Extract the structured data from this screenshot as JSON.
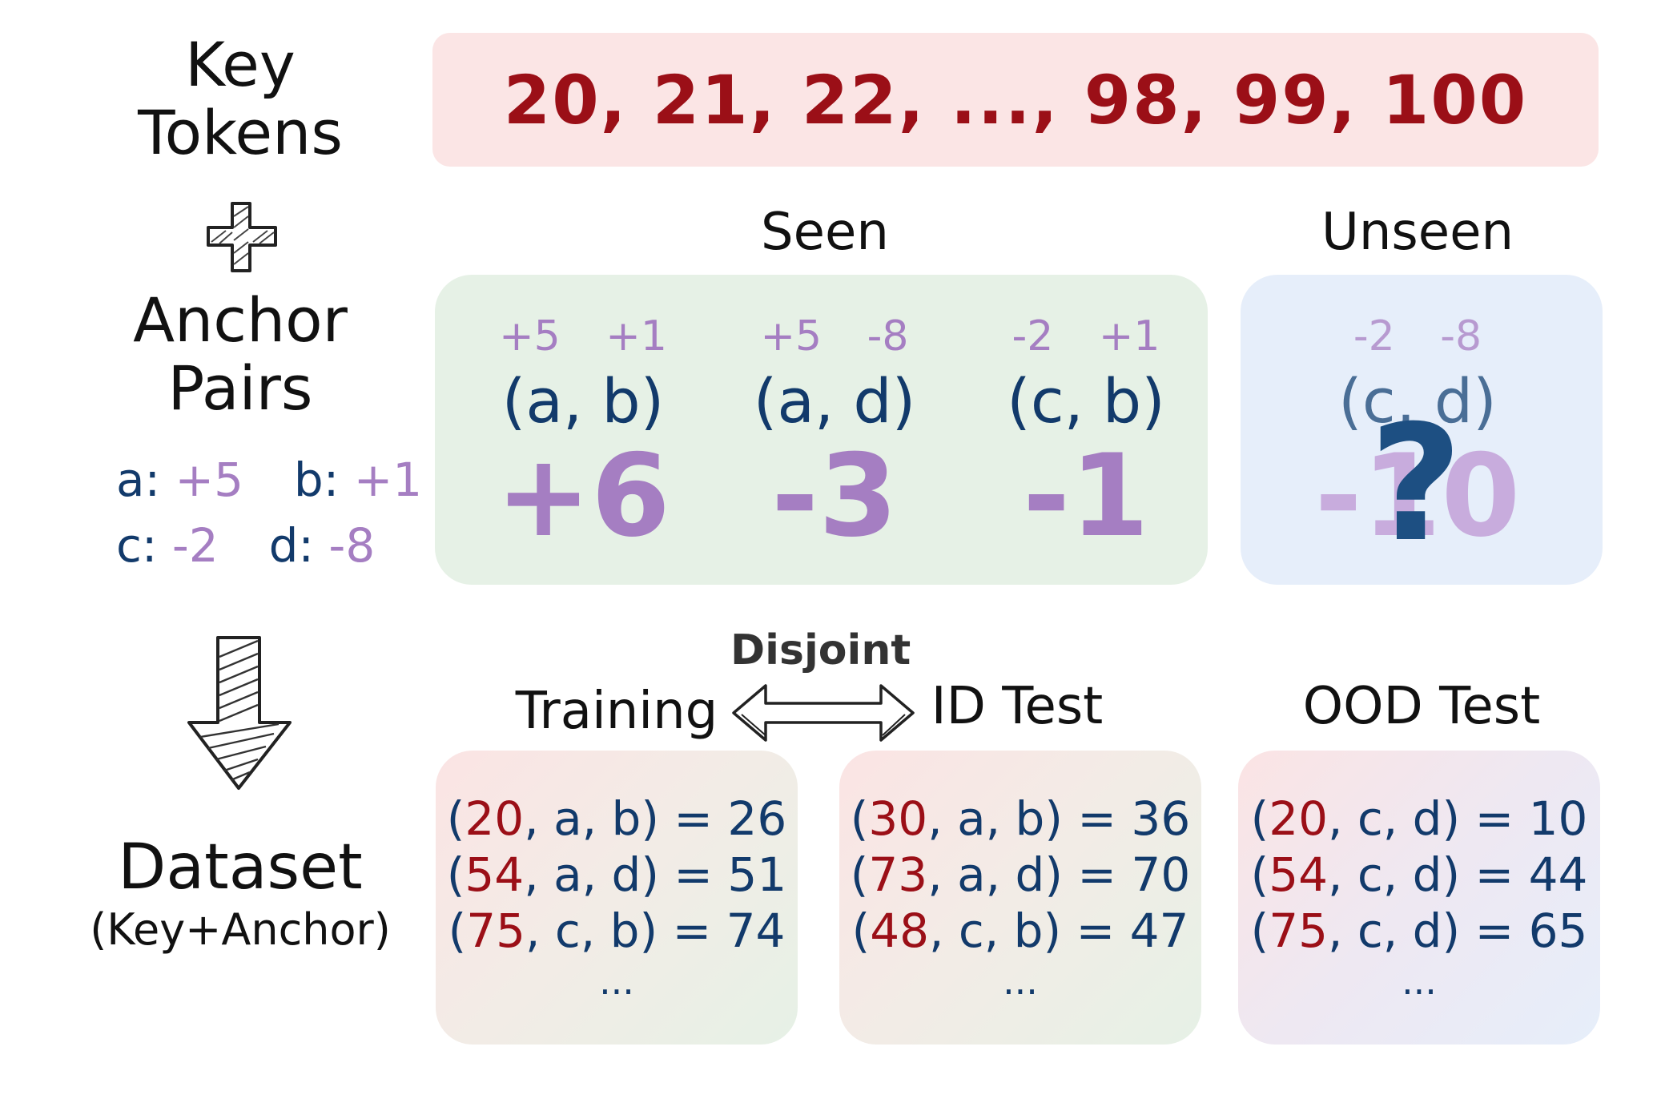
{
  "key_tokens": {
    "label_line1": "Key",
    "label_line2": "Tokens",
    "sequence": "20, 21, 22, ..., 98, 99, 100"
  },
  "plus_icon": "plus-icon",
  "anchors": {
    "label_line1": "Anchor",
    "label_line2": "Pairs",
    "values": [
      {
        "name": "a:",
        "value": "+5"
      },
      {
        "name": "b:",
        "value": "+1"
      },
      {
        "name": "c:",
        "value": "-2"
      },
      {
        "name": "d:",
        "value": "-8"
      }
    ]
  },
  "seen": {
    "title": "Seen",
    "pairs": [
      {
        "deltas": "+5 +1",
        "pair": "(a, b)",
        "sum": "+6"
      },
      {
        "deltas": "+5 -8",
        "pair": "(a, d)",
        "sum": "-3"
      },
      {
        "deltas": "-2 +1",
        "pair": "(c, b)",
        "sum": "-1"
      }
    ]
  },
  "unseen": {
    "title": "Unseen",
    "pair": {
      "deltas": "-2 -8",
      "pair": "(c, d)",
      "sum": "-10"
    },
    "question": "?"
  },
  "arrow_icon": "down-arrow-icon",
  "dataset": {
    "label_line1": "Dataset",
    "label_line2": "(Key+Anchor)",
    "disjoint_label": "Disjoint",
    "training": {
      "title": "Training",
      "rows": [
        {
          "key": "20",
          "rest": ", a, b) = 26"
        },
        {
          "key": "54",
          "rest": ", a, d) = 51"
        },
        {
          "key": "75",
          "rest": ", c, b) = 74"
        }
      ],
      "more": "..."
    },
    "id_test": {
      "title": "ID Test",
      "rows": [
        {
          "key": "30",
          "rest": ", a, b) = 36"
        },
        {
          "key": "73",
          "rest": ", a, d) = 70"
        },
        {
          "key": "48",
          "rest": ", c, b) = 47"
        }
      ],
      "more": "..."
    },
    "ood_test": {
      "title": "OOD Test",
      "rows": [
        {
          "key": "20",
          "rest": ", c, d) = 10"
        },
        {
          "key": "54",
          "rest": ", c, d) = 44"
        },
        {
          "key": "75",
          "rest": ", c, d) = 65"
        }
      ],
      "more": "..."
    }
  },
  "colors": {
    "key_red": "#9b0f17",
    "navy": "#123a6b",
    "purple": "#a57ec2",
    "seen_bg": "#e6f1e6",
    "unseen_bg": "#e6eefa",
    "key_bg": "#fbe5e5"
  }
}
